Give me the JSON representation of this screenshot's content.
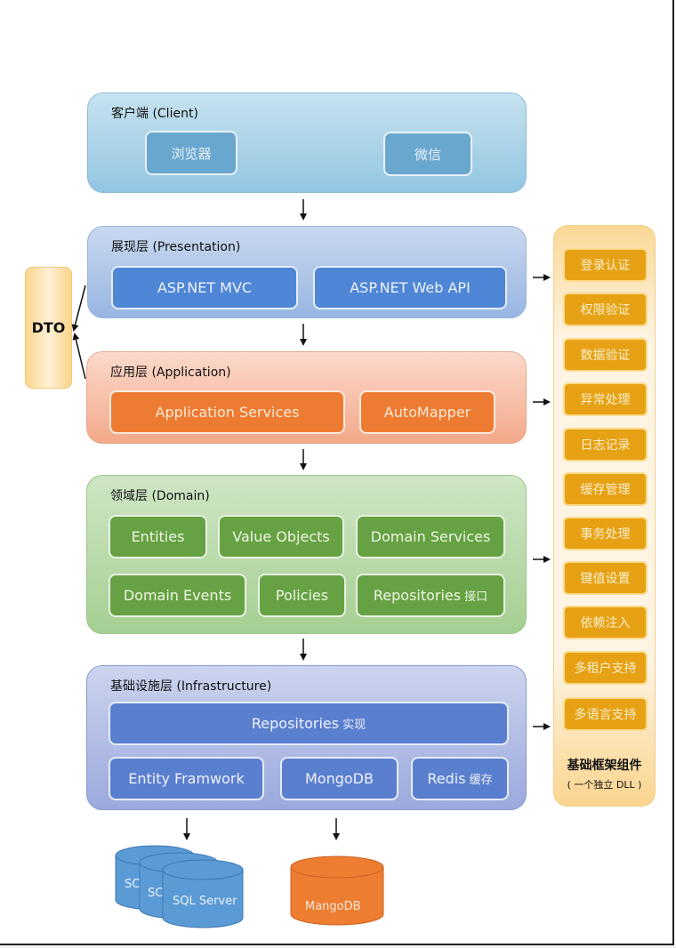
{
  "layers": {
    "client": {
      "title": "客户端 (Client)",
      "items": [
        "浏览器",
        "微信"
      ]
    },
    "presentation": {
      "title": "展现层 (Presentation)",
      "items": [
        "ASP.NET MVC",
        "ASP.NET Web API"
      ]
    },
    "application": {
      "title": "应用层 (Application)",
      "items": [
        "Application Services",
        "AutoMapper"
      ]
    },
    "domain": {
      "title": "领域层 (Domain)",
      "items": [
        "Entities",
        "Value Objects",
        "Domain Services",
        "Domain Events",
        "Policies",
        "Repositories"
      ],
      "repositories_suffix": "接口"
    },
    "infrastructure": {
      "title": "基础设施层 (Infrastructure)",
      "repositories_label": "Repositories",
      "repositories_suffix": "实现",
      "items": [
        "Entity Framwork",
        "MongoDB",
        "Redis"
      ],
      "redis_suffix": "缓存"
    }
  },
  "dto": {
    "label": "DTO"
  },
  "framework": {
    "title": "基础框架组件",
    "subtitle": "( 一个独立 DLL )",
    "items": [
      "登录认证",
      "权限验证",
      "数据验证",
      "异常处理",
      "日志记录",
      "缓存管理",
      "事务处理",
      "键值设置",
      "依赖注入",
      "多租户支持",
      "多语言支持"
    ]
  },
  "databases": {
    "sql_back": "SC",
    "sql_mid": "SC",
    "sql_front": "SQL Server",
    "mongo": "MangoDB"
  },
  "colors": {
    "client": "#93c6e2",
    "presentation": "#4f86d6",
    "application": "#ee7b32",
    "domain": "#66a243",
    "infrastructure": "#5b7fcf",
    "framework": "#e6a114",
    "sql_db": "#5b9bd5",
    "mongo_db": "#ed7d31"
  }
}
